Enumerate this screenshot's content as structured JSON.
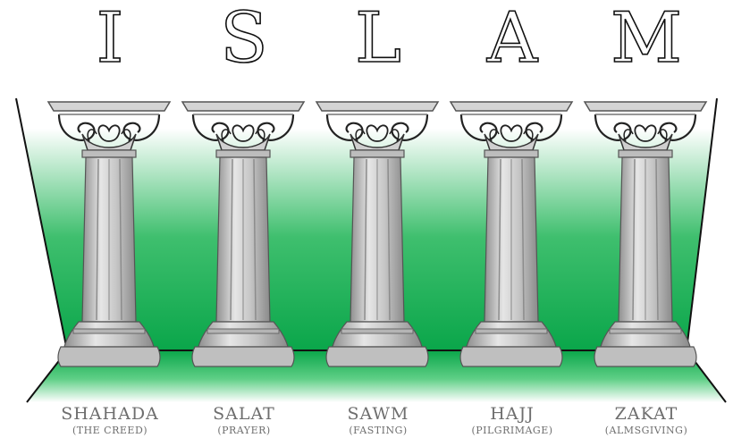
{
  "title_letters": [
    "I",
    "S",
    "L",
    "A",
    "M"
  ],
  "pillars": [
    {
      "name": "SHAHADA",
      "subtitle": "(THE CREED)"
    },
    {
      "name": "SALAT",
      "subtitle": "(PRAYER)"
    },
    {
      "name": "SAWM",
      "subtitle": "(FASTING)"
    },
    {
      "name": "HAJJ",
      "subtitle": "(PILGRIMAGE)"
    },
    {
      "name": "ZAKAT",
      "subtitle": "(ALMSGIVING)"
    }
  ],
  "colors": {
    "green": "#0aa64a",
    "column_fill": "#c9c9c9",
    "column_shadow": "#9a9a9a",
    "caption": "#6e6e6e"
  }
}
